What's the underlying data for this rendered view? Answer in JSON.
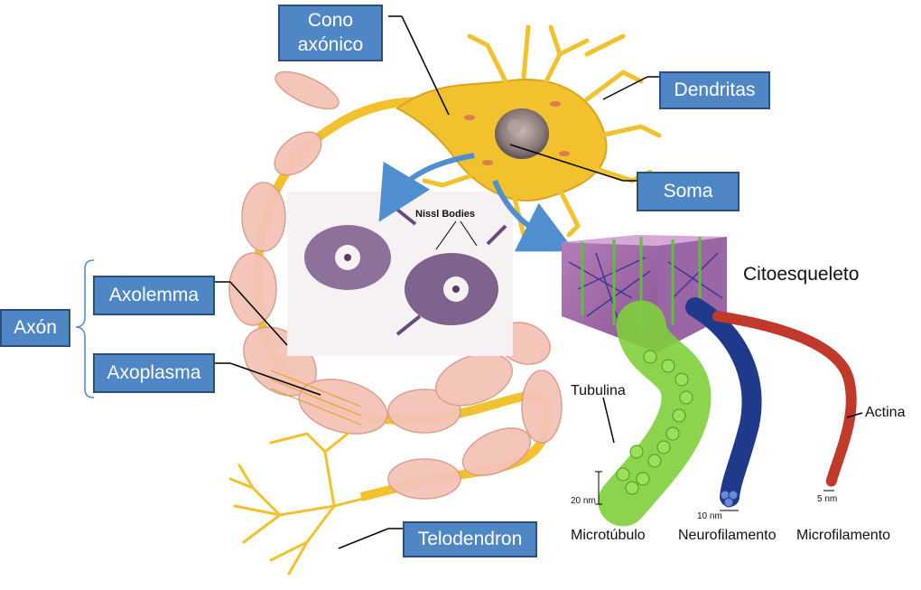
{
  "labels": {
    "cono": "Cono\naxónico",
    "dendritas": "Dendritas",
    "soma": "Soma",
    "axolemma": "Axolemma",
    "axoplasma": "Axoplasma",
    "axon": "Axón",
    "telodendron": "Telodendron"
  },
  "micrograph": {
    "caption": "Nissl Bodies"
  },
  "cytoskeleton": {
    "title": "Citoesqueleto",
    "tubulina": "Tubulina",
    "actina": "Actina",
    "microtubulo": "Microtúbulo",
    "neurofilamento": "Neurofilamento",
    "microfilamento": "Microfilamento",
    "scale_20": "20 nm",
    "scale_10": "10 nm",
    "scale_5": "5 nm"
  },
  "colors": {
    "label_fill": "#4f86c6",
    "label_border": "#2e4f7a",
    "neuron_yellow": "#f2c12e",
    "myelin_pink": "#f4c4b6",
    "arrow_blue": "#4f8fcf",
    "microtubule_green": "#7fcf3a",
    "neurofilament_blue": "#1f3a8a",
    "actin_red": "#c0392b"
  }
}
